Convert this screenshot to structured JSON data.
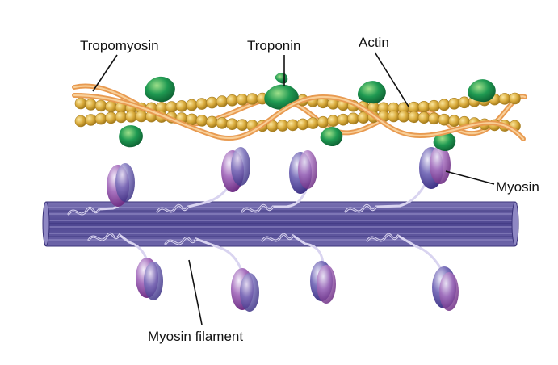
{
  "labels": {
    "tropomyosin": "Tropomyosin",
    "troponin": "Troponin",
    "actin": "Actin",
    "myosin": "Myosin",
    "myosin_filament": "Myosin filament"
  },
  "colors": {
    "background": "#ffffff",
    "actin_bead": "#d4a83a",
    "tropomyosin": "#f2b06e",
    "troponin": "#1f8a4c",
    "filament": "#5c5399",
    "myosin_head_purple": "#8a3c9a",
    "myosin_head_blue": "#4a3f95",
    "leader_line": "#111111"
  }
}
